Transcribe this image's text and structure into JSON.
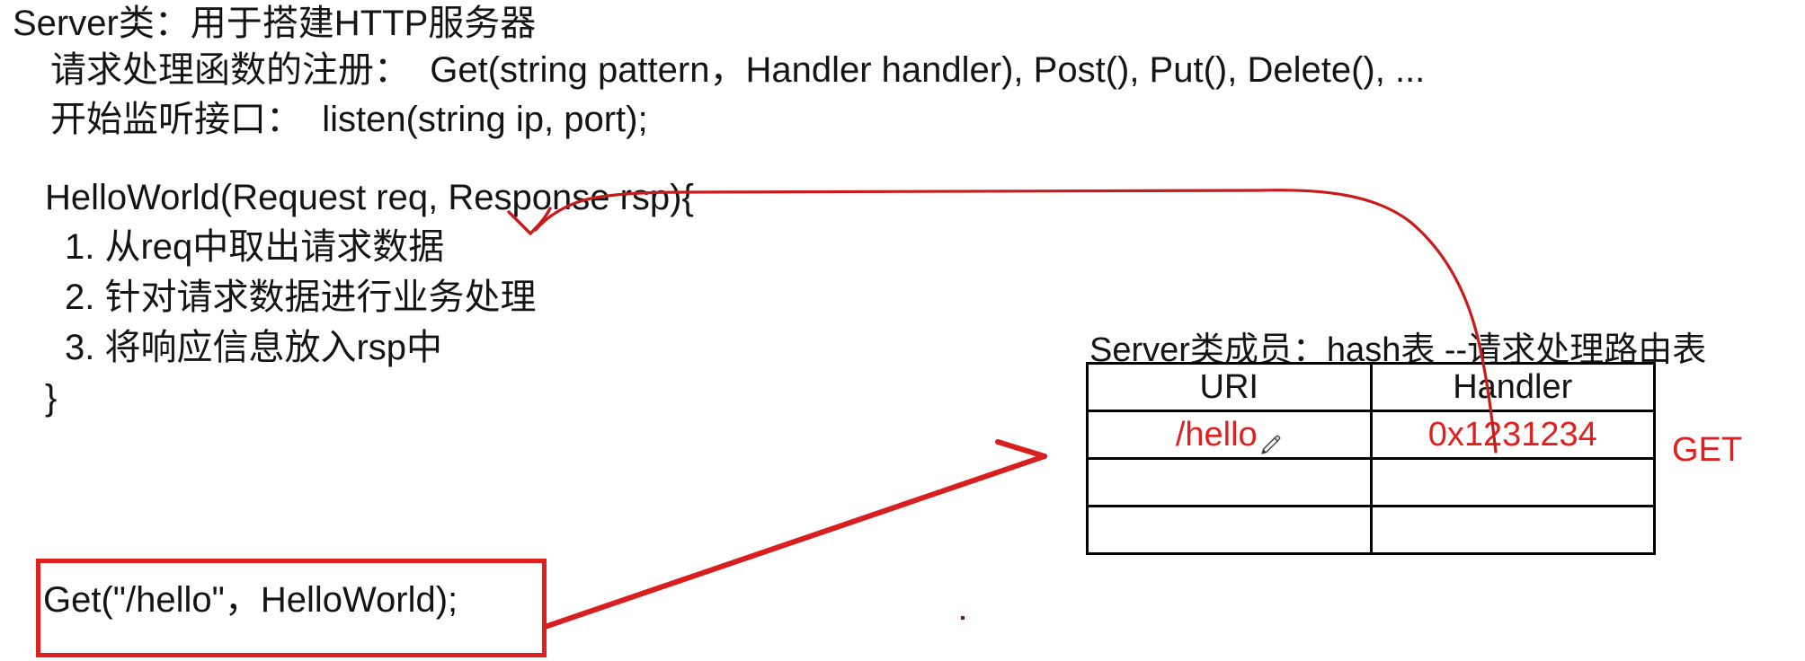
{
  "document": {
    "background_color": "#ffffff",
    "text_color": "#141414",
    "accent_color": "#e01f1f"
  },
  "notes": {
    "title": "Server类：用于搭建HTTP服务器",
    "register_line": "请求处理函数的注册：  Get(string pattern，Handler handler), Post(), Put(), Delete(), ...",
    "listen_line": "开始监听接口：  listen(string ip, port);",
    "function_signature": "HelloWorld(Request req, Response rsp){",
    "step_1": "1. 从req中取出请求数据",
    "step_2": "2. 针对请求数据进行业务处理",
    "step_3": "3. 将响应信息放入rsp中",
    "closing_brace": "}",
    "get_call": "Get(\"/hello\"，HelloWorld);"
  },
  "routing_table": {
    "caption": "Server类成员：hash表 --请求处理路由表",
    "columns": [
      "URI",
      "Handler"
    ],
    "rows": [
      {
        "uri": "/hello",
        "handler": "0x1231234",
        "uri_icon": "pencil-icon"
      },
      {
        "uri": "",
        "handler": ""
      },
      {
        "uri": "",
        "handler": ""
      }
    ],
    "method_label": "GET"
  },
  "annotations": {
    "arrow_handler_to_rsp": "curved red arrow from the 0x1231234 handler cell to the Response rsp parameter",
    "arrow_get_to_table": "straight red arrow from the Get(\"/hello\", HelloWorld); box to the routing table",
    "get_box_highlight": "red rectangle around the Get call"
  }
}
